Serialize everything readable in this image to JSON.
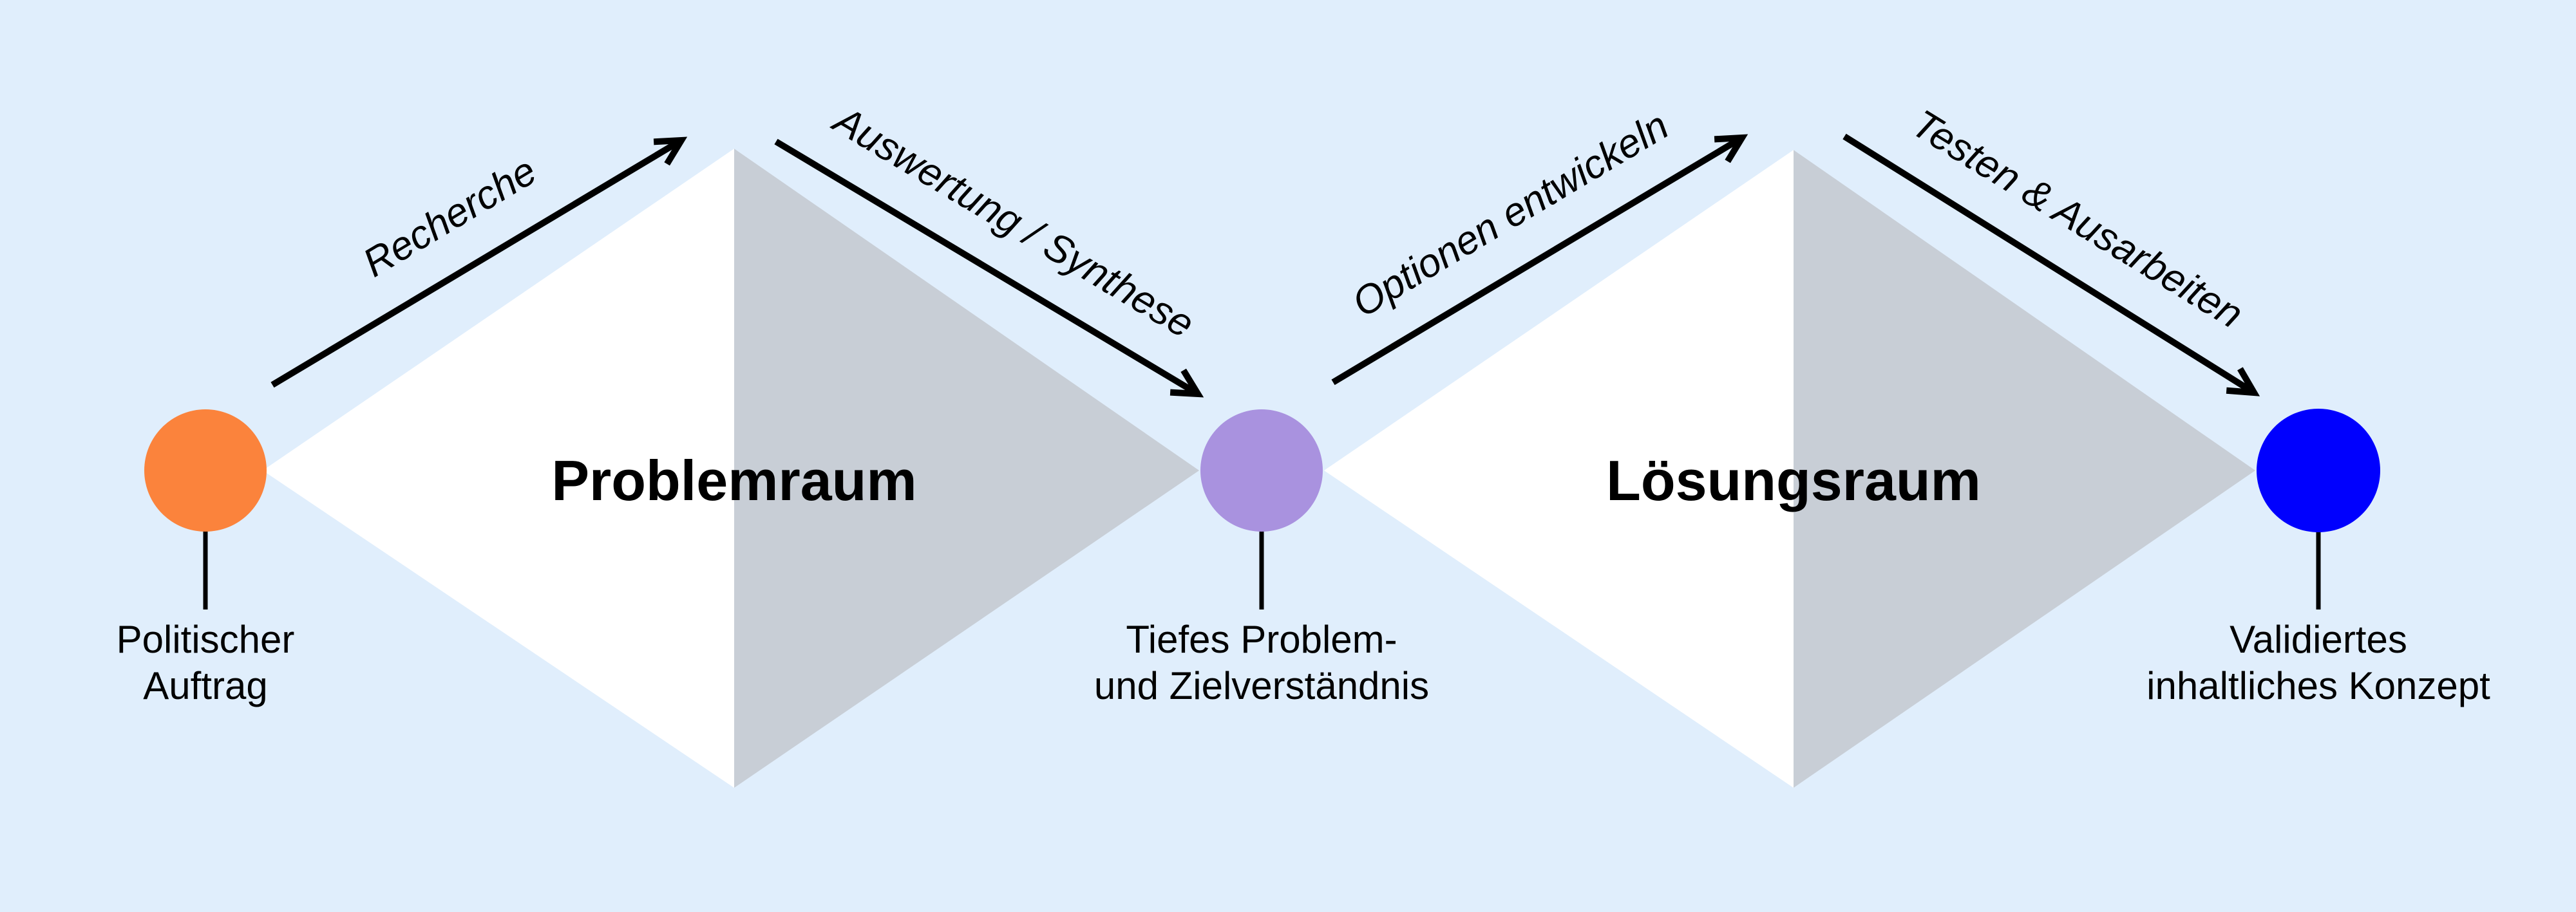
{
  "colors": {
    "background": "#E0EEFC",
    "diverge_fill": "#FFFFFF",
    "converge_fill": "#C8CED6",
    "line": "#000000"
  },
  "phases": {
    "problem": {
      "title": "Problemraum"
    },
    "solution": {
      "title": "Lösungsraum"
    }
  },
  "arrows": [
    {
      "label": "Recherche"
    },
    {
      "label": "Auswertung / Synthese"
    },
    {
      "label": "Optionen entwickeln"
    },
    {
      "label": "Testen & Ausarbeiten"
    }
  ],
  "milestones": [
    {
      "color": "#FB833C",
      "label_line1": "Politischer",
      "label_line2": "Auftrag"
    },
    {
      "color": "#A992DF",
      "label_line1": "Tiefes Problem-",
      "label_line2": "und Zielverständnis"
    },
    {
      "color": "#0000FE",
      "label_line1": "Validiertes",
      "label_line2": "inhaltliches Konzept"
    }
  ]
}
